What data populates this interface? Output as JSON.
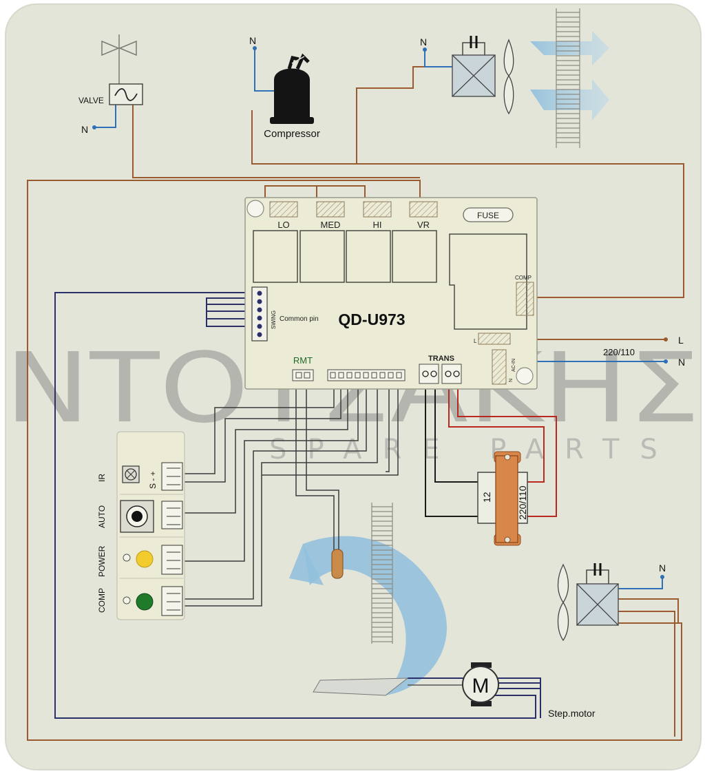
{
  "board": {
    "model": "QD-U973",
    "relay_labels": [
      "LO",
      "MED",
      "HI",
      "VR"
    ],
    "fuse_label": "FUSE",
    "comp_label": "COMP",
    "swing_label": "SWING",
    "common_pin_label": "Common pin",
    "rmt_label": "RMT",
    "trans_label": "TRANS",
    "l_label": "L",
    "acin_label": "AC-IN",
    "n_label": "N"
  },
  "power": {
    "voltage_label": "220/110",
    "line_label": "L",
    "neutral_label": "N"
  },
  "components": {
    "valve_label": "VALVE",
    "compressor_label": "Compressor",
    "step_motor_label": "Step.motor",
    "motor_symbol": "M",
    "neutral_label": "N"
  },
  "transformer": {
    "secondary_label": "12",
    "primary_label": "220/110"
  },
  "display_panel": {
    "ir_label": "IR",
    "ir_pins": "S - +",
    "auto_label": "AUTO",
    "power_label": "POWER",
    "comp_label": "COMP"
  },
  "watermark": {
    "brand": "ΝΤΟΥΣΑΚΗΣ",
    "tagline": "SPARE PARTS"
  },
  "colors": {
    "panel_bg": "#e4e5d9",
    "board_bg": "#ecebd6",
    "brown_wire": "#9a5a30",
    "blue_wire": "#2f6fb8",
    "navy_wire": "#2a2f6a",
    "red_wire": "#b8281e",
    "black_wire": "#1a1a1a",
    "transformer": "#d8864a",
    "power_led": "#f2cc2c",
    "comp_led": "#1f7a2a",
    "airflow": "#8fbfdd"
  }
}
